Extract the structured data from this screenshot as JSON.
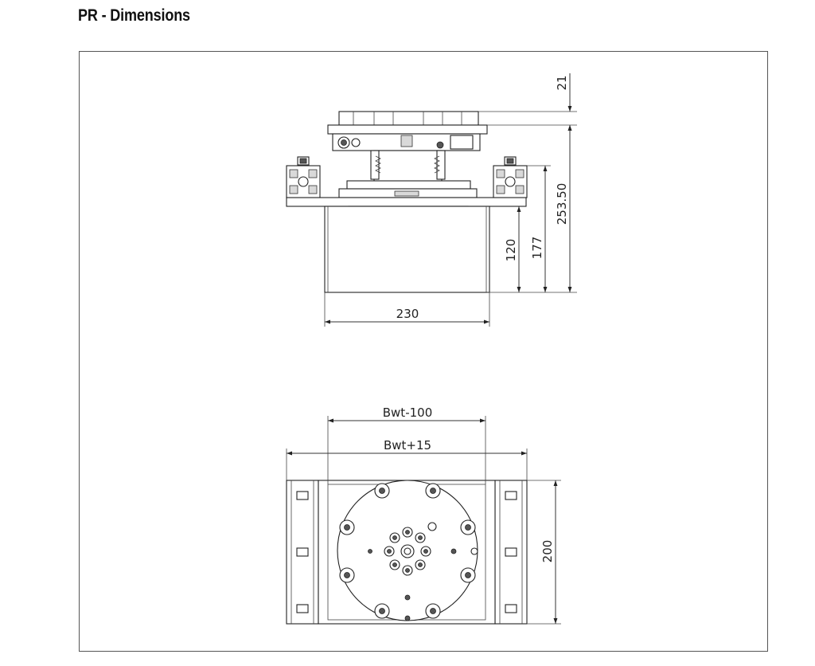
{
  "header": {
    "title": "PR - Dimensions"
  },
  "side_view": {
    "dims": {
      "top_plate": "21",
      "overall": "253.50",
      "rail_height": "177",
      "body_height": "120",
      "width": "230"
    }
  },
  "top_view": {
    "dims": {
      "inner_span": "Bwt-100",
      "outer_span": "Bwt+15",
      "depth": "200"
    }
  }
}
